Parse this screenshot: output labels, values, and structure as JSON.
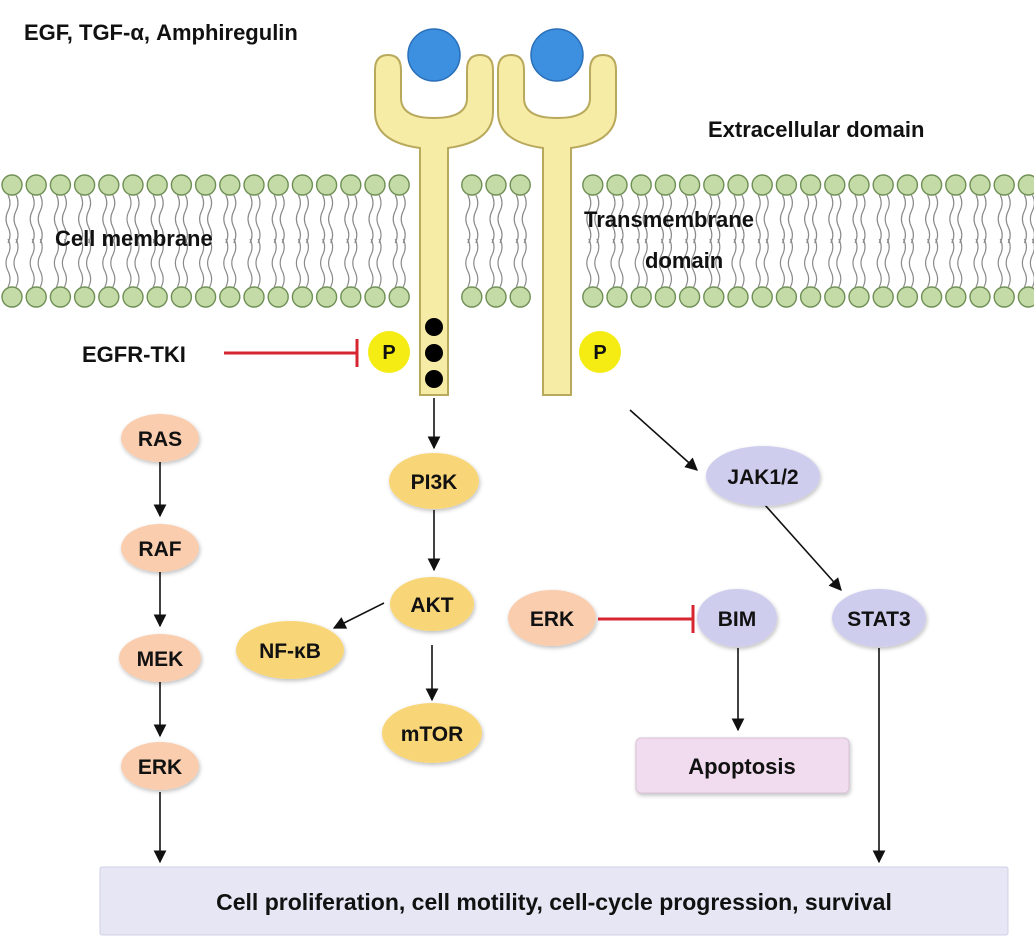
{
  "labels": {
    "ligands": "EGF, TGF-α, Amphiregulin",
    "extracellular": "Extracellular domain",
    "cell_membrane": "Cell membrane",
    "transmembrane_line1": "Transmembrane",
    "transmembrane_line2": "domain",
    "egfr_tki": "EGFR-TKI"
  },
  "phospho": {
    "left": "P",
    "right": "P"
  },
  "nodes": {
    "ras": "RAS",
    "raf": "RAF",
    "mek": "MEK",
    "erk_left": "ERK",
    "pi3k": "PI3K",
    "akt": "AKT",
    "nfkb": "NF-κB",
    "mtor": "mTOR",
    "jak": "JAK1/2",
    "stat3": "STAT3",
    "erk_mid": "ERK",
    "bim": "BIM"
  },
  "outcomes": {
    "apoptosis": "Apoptosis",
    "bottom": "Cell proliferation, cell motility, cell-cycle progression, survival"
  },
  "colors": {
    "receptor_fill": "#f7eca6",
    "receptor_stroke": "#b8a95c",
    "ligand": "#3d8fe0",
    "bead": "#c4dba8",
    "bead_stroke": "#6f8f55",
    "ras_pathway": "#f9cdae",
    "pi3k_pathway": "#f8d678",
    "jak_pathway": "#cfcdee",
    "phospho": "#f4ec12",
    "inhibit": "#d6262f",
    "apoptosis_box": "#f1dcef",
    "bottom_box": "#e6e6f4"
  }
}
